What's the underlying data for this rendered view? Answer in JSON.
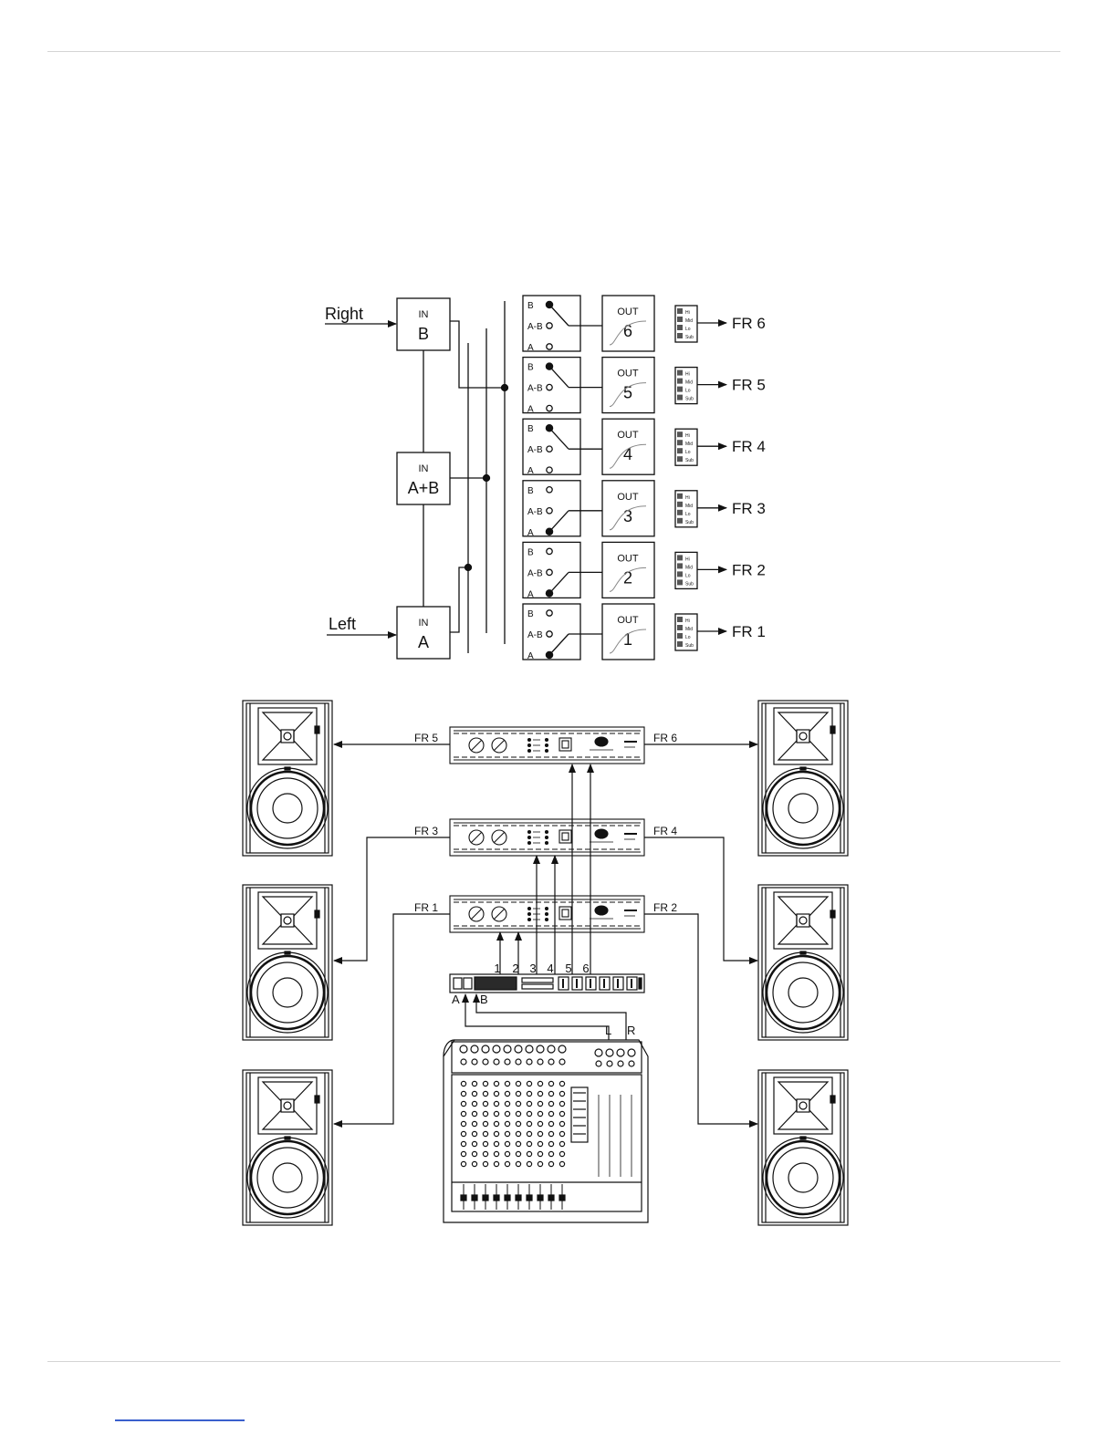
{
  "routing": {
    "inputs": [
      {
        "id": "B",
        "in_label": "IN",
        "name": "B",
        "source_label": "Right"
      },
      {
        "id": "AB",
        "in_label": "IN",
        "name": "A+B",
        "source_label": ""
      },
      {
        "id": "A",
        "in_label": "IN",
        "name": "A",
        "source_label": "Left"
      }
    ],
    "selector_labels": [
      "B",
      "A-B",
      "A"
    ],
    "outputs": [
      {
        "num": "6",
        "out_label": "OUT",
        "selected": "B",
        "fr": "FR 6"
      },
      {
        "num": "5",
        "out_label": "OUT",
        "selected": "B",
        "fr": "FR 5"
      },
      {
        "num": "4",
        "out_label": "OUT",
        "selected": "B",
        "fr": "FR 4"
      },
      {
        "num": "3",
        "out_label": "OUT",
        "selected": "A",
        "fr": "FR 3"
      },
      {
        "num": "2",
        "out_label": "OUT",
        "selected": "A",
        "fr": "FR 2"
      },
      {
        "num": "1",
        "out_label": "OUT",
        "selected": "A",
        "fr": "FR 1"
      }
    ],
    "band_labels": [
      "Hi",
      "Mid",
      "Lo",
      "Sub"
    ]
  },
  "setup": {
    "amp_labels": [
      {
        "left": "FR 5",
        "right": "FR 6"
      },
      {
        "left": "FR 3",
        "right": "FR 4"
      },
      {
        "left": "FR 1",
        "right": "FR 2"
      }
    ],
    "processor_outputs": [
      "1",
      "2",
      "3",
      "4",
      "5",
      "6"
    ],
    "processor_inputs": [
      "A",
      "B"
    ],
    "mixer_outputs": [
      "L",
      "R"
    ]
  }
}
